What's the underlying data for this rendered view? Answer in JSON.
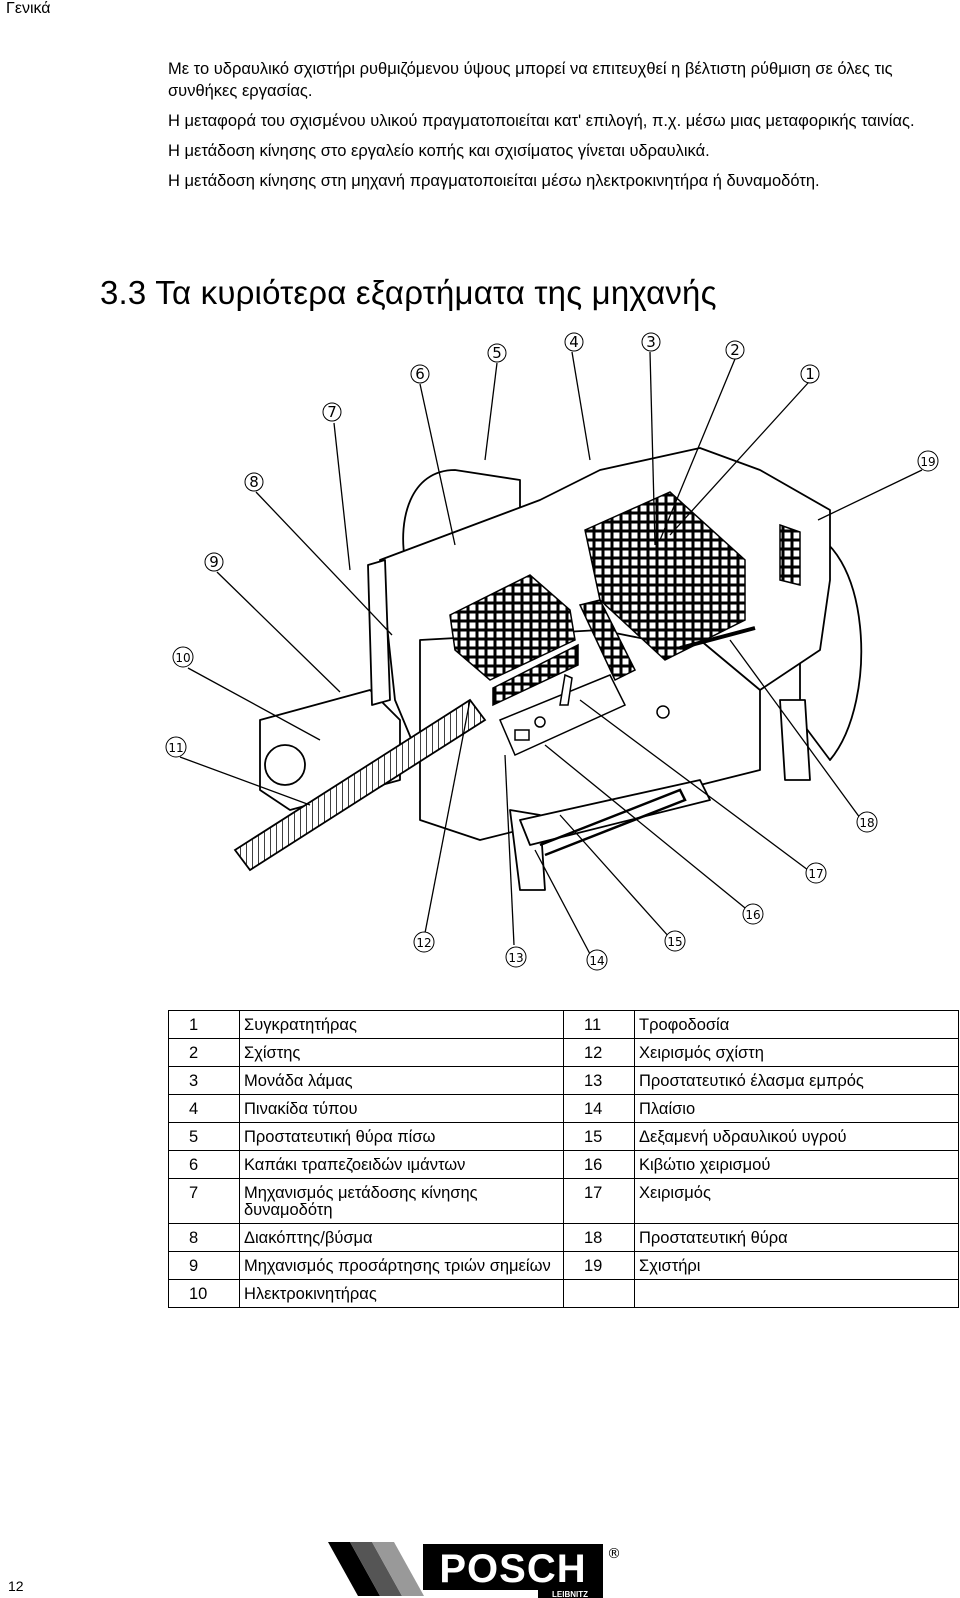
{
  "header": {
    "section": "Γενικά"
  },
  "intro": {
    "p1": "Με το υδραυλικό σχιστήρι ρυθμιζόμενου ύψους μπορεί να επιτευχθεί η βέλτιστη ρύθμιση σε όλες τις συνθήκες εργασίας.",
    "p2": "Η μεταφορά του σχισμένου υλικού πραγματοποιείται κατ' επιλογή, π.χ. μέσω μιας μεταφορικής ταινίας.",
    "p3": "Η μετάδοση κίνησης στο εργαλείο κοπής και σχισίματος γίνεται υδραυλικά.",
    "p4": "Η μετάδοση κίνησης στη μηχανή πραγματοποιείται μέσω ηλεκτροκινητήρα ή δυναμοδότη."
  },
  "section_title": "3.3 Τα κυριότερα εξαρτήματα της μηχανής",
  "callouts": [
    "1",
    "2",
    "3",
    "4",
    "5",
    "6",
    "7",
    "8",
    "9",
    "10",
    "11",
    "12",
    "13",
    "14",
    "15",
    "16",
    "17",
    "18",
    "19"
  ],
  "parts": [
    {
      "n1": "1",
      "l1": "Συγκρατητήρας",
      "n2": "11",
      "l2": "Τροφοδοσία"
    },
    {
      "n1": "2",
      "l1": "Σχίστης",
      "n2": "12",
      "l2": "Χειρισμός σχίστη"
    },
    {
      "n1": "3",
      "l1": "Μονάδα λάμας",
      "n2": "13",
      "l2": "Προστατευτικό έλασμα εμπρός"
    },
    {
      "n1": "4",
      "l1": "Πινακίδα τύπου",
      "n2": "14",
      "l2": "Πλαίσιο"
    },
    {
      "n1": "5",
      "l1": "Προστατευτική θύρα πίσω",
      "n2": "15",
      "l2": "Δεξαμενή υδραυλικού υγρού"
    },
    {
      "n1": "6",
      "l1": "Καπάκι τραπεζοειδών ιμάντων",
      "n2": "16",
      "l2": "Κιβώτιο χειρισμού"
    },
    {
      "n1": "7",
      "l1": "Μηχανισμός μετάδοσης κίνησης δυναμοδότη",
      "n2": "17",
      "l2": "Χειρισμός"
    },
    {
      "n1": "8",
      "l1": "Διακόπτης/βύσμα",
      "n2": "18",
      "l2": "Προστατευτική θύρα"
    },
    {
      "n1": "9",
      "l1": "Μηχανισμός προσάρτησης τριών σημείων",
      "n2": "19",
      "l2": "Σχιστήρι"
    },
    {
      "n1": "10",
      "l1": "Ηλεκτροκινητήρας",
      "n2": "",
      "l2": ""
    }
  ],
  "footer": {
    "page_number": "12",
    "logo_text": "POSCH",
    "logo_subtext": "LEIBNITZ",
    "registered": "®"
  }
}
